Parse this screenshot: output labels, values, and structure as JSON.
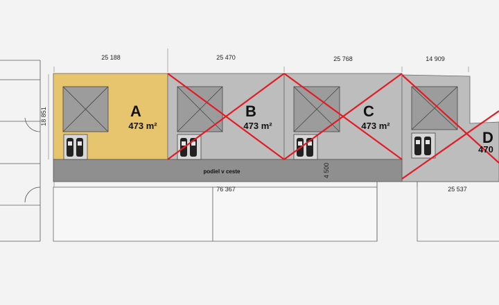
{
  "colors": {
    "background": "#f3f3f3",
    "plot_available": "#e6c56e",
    "plot_sold": "#bdbdbd",
    "road": "#8f8f8f",
    "strike": "#e31b23",
    "line": "#555555"
  },
  "dimensions": {
    "top_a": "25 188",
    "top_b": "25 470",
    "top_c": "25 768",
    "top_d": "14 909",
    "left_depth": "18 851",
    "road_width": "4 500",
    "bottom_total": "76 367",
    "bottom_right": "25 537"
  },
  "plots": [
    {
      "letter": "A",
      "area": "473 m²",
      "status": "available"
    },
    {
      "letter": "B",
      "area": "473 m²",
      "status": "sold"
    },
    {
      "letter": "C",
      "area": "473 m²",
      "status": "sold"
    },
    {
      "letter": "D",
      "area": "470",
      "status": "sold"
    }
  ],
  "road": {
    "label": "podiel v ceste"
  }
}
